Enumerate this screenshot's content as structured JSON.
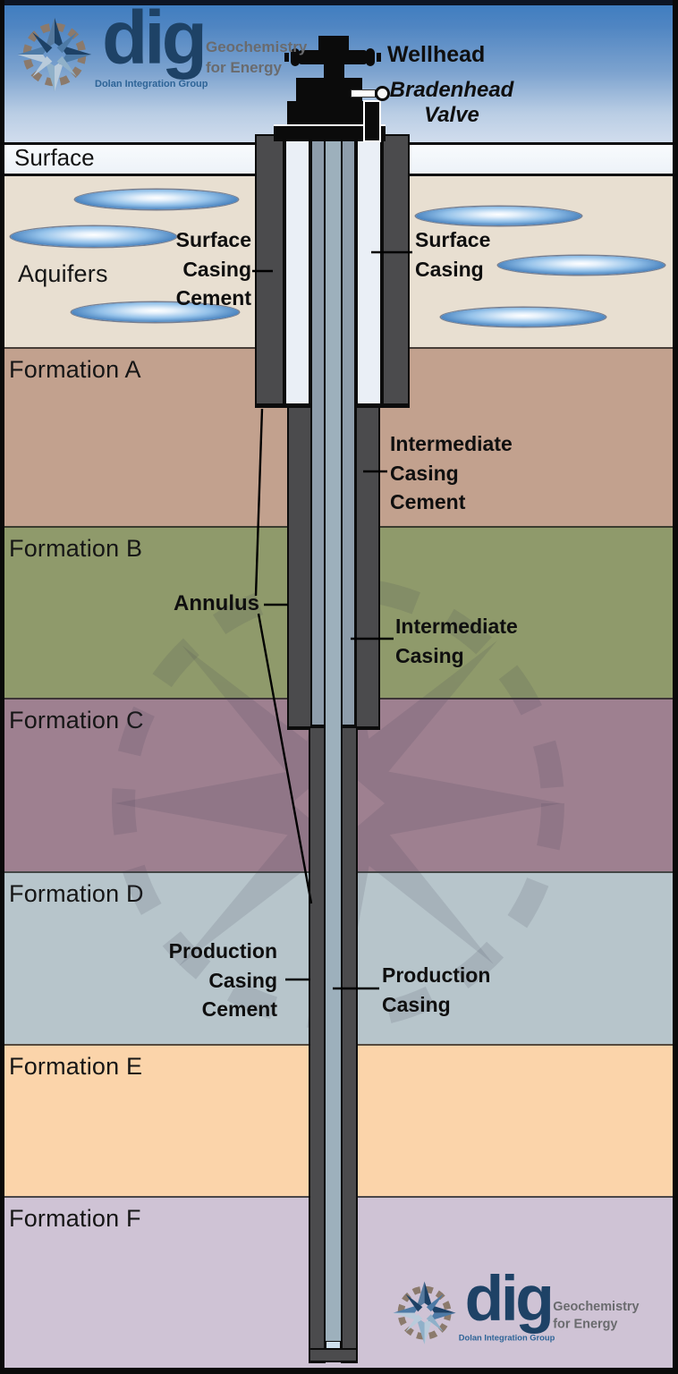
{
  "logo": {
    "name": "dig",
    "group": "Dolan Integration Group",
    "tagline": "Geochemistry\nfor Energy"
  },
  "surface": {
    "label": "Surface"
  },
  "layers": [
    {
      "label": "Aquifers",
      "color": "#e8dfd1"
    },
    {
      "label": "Formation A",
      "color": "#c2a18e"
    },
    {
      "label": "Formation B",
      "color": "#8f9a6b"
    },
    {
      "label": "Formation C",
      "color": "#9e8090"
    },
    {
      "label": "Formation D",
      "color": "#b7c5cb"
    },
    {
      "label": "Formation E",
      "color": "#fbd4aa"
    },
    {
      "label": "Formation F",
      "color": "#cfc3d5"
    }
  ],
  "annotations": {
    "wellhead": "Wellhead",
    "bradenhead_valve": "Bradenhead\nValve",
    "surface_casing_cement": "Surface\nCasing\nCement",
    "surface_casing": "Surface\nCasing",
    "intermediate_casing_cement": "Intermediate\nCasing\nCement",
    "annulus": "Annulus",
    "intermediate_casing": "Intermediate\nCasing",
    "production_casing_cement": "Production\nCasing\nCement",
    "production_casing": "Production\nCasing"
  },
  "colors": {
    "cement": "#4b4b4d",
    "surface_casing": "#eaeff6",
    "casing_annulus": "#8e9dab",
    "production_casing": "#9db0bc",
    "wellhead": "#0b0b0b",
    "sky_top": "#3c7cc0",
    "sky_bottom": "#d3deee",
    "aquifer_lens_edge": "#1f5ca0",
    "aquifer_lens_center": "#ffffff",
    "logo_navy": "#1e4266",
    "logo_blue": "#2e6497",
    "logo_gray": "#6a6b6e"
  }
}
